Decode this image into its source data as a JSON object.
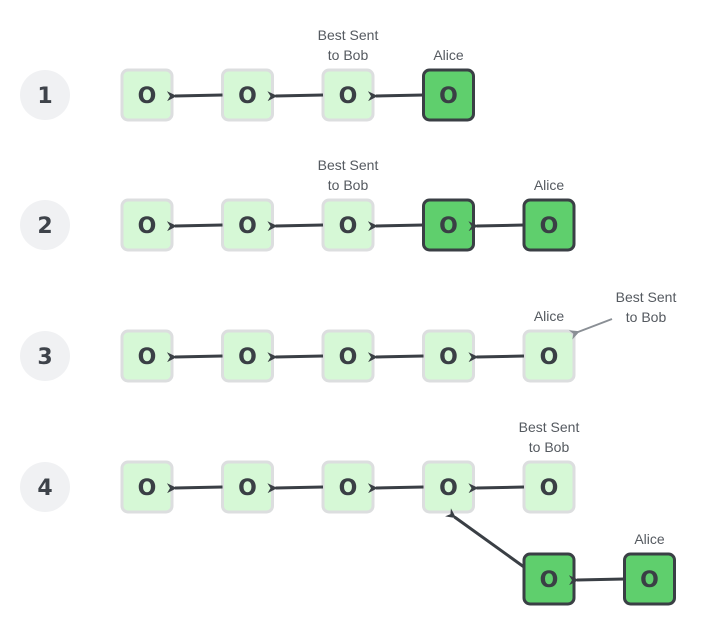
{
  "colors": {
    "light_fill": "#d6f8d6",
    "light_stroke": "#dcdedf",
    "dark_fill": "#5fcf6d",
    "dark_stroke": "#3a3f45",
    "arrow": "#3a3f45",
    "pointer": "#8a8f95",
    "badge": "#f0f1f3"
  },
  "block_glyph": "O",
  "rows": [
    {
      "step": "1",
      "blocks": [
        {
          "col": 0,
          "style": "light"
        },
        {
          "col": 1,
          "style": "light"
        },
        {
          "col": 2,
          "style": "light",
          "label": [
            "Best Sent",
            "to Bob"
          ]
        },
        {
          "col": 3,
          "style": "dark",
          "label": [
            "Alice"
          ]
        }
      ]
    },
    {
      "step": "2",
      "blocks": [
        {
          "col": 0,
          "style": "light"
        },
        {
          "col": 1,
          "style": "light"
        },
        {
          "col": 2,
          "style": "light",
          "label": [
            "Best Sent",
            "to Bob"
          ]
        },
        {
          "col": 3,
          "style": "dark"
        },
        {
          "col": 4,
          "style": "dark",
          "label": [
            "Alice"
          ]
        }
      ]
    },
    {
      "step": "3",
      "blocks": [
        {
          "col": 0,
          "style": "light"
        },
        {
          "col": 1,
          "style": "light"
        },
        {
          "col": 2,
          "style": "light"
        },
        {
          "col": 3,
          "style": "light"
        },
        {
          "col": 4,
          "style": "light",
          "label": [
            "Alice"
          ]
        }
      ],
      "side_label": [
        "Best Sent",
        "to Bob"
      ]
    },
    {
      "step": "4",
      "blocks": [
        {
          "col": 0,
          "style": "light"
        },
        {
          "col": 1,
          "style": "light"
        },
        {
          "col": 2,
          "style": "light"
        },
        {
          "col": 3,
          "style": "light"
        },
        {
          "col": 4,
          "style": "light",
          "label": [
            "Best Sent",
            "to Bob"
          ]
        }
      ],
      "fork": {
        "parent_col": 3,
        "blocks": [
          {
            "col": 4,
            "style": "dark"
          },
          {
            "col": 5,
            "style": "dark",
            "label": [
              "Alice"
            ]
          }
        ]
      }
    }
  ]
}
